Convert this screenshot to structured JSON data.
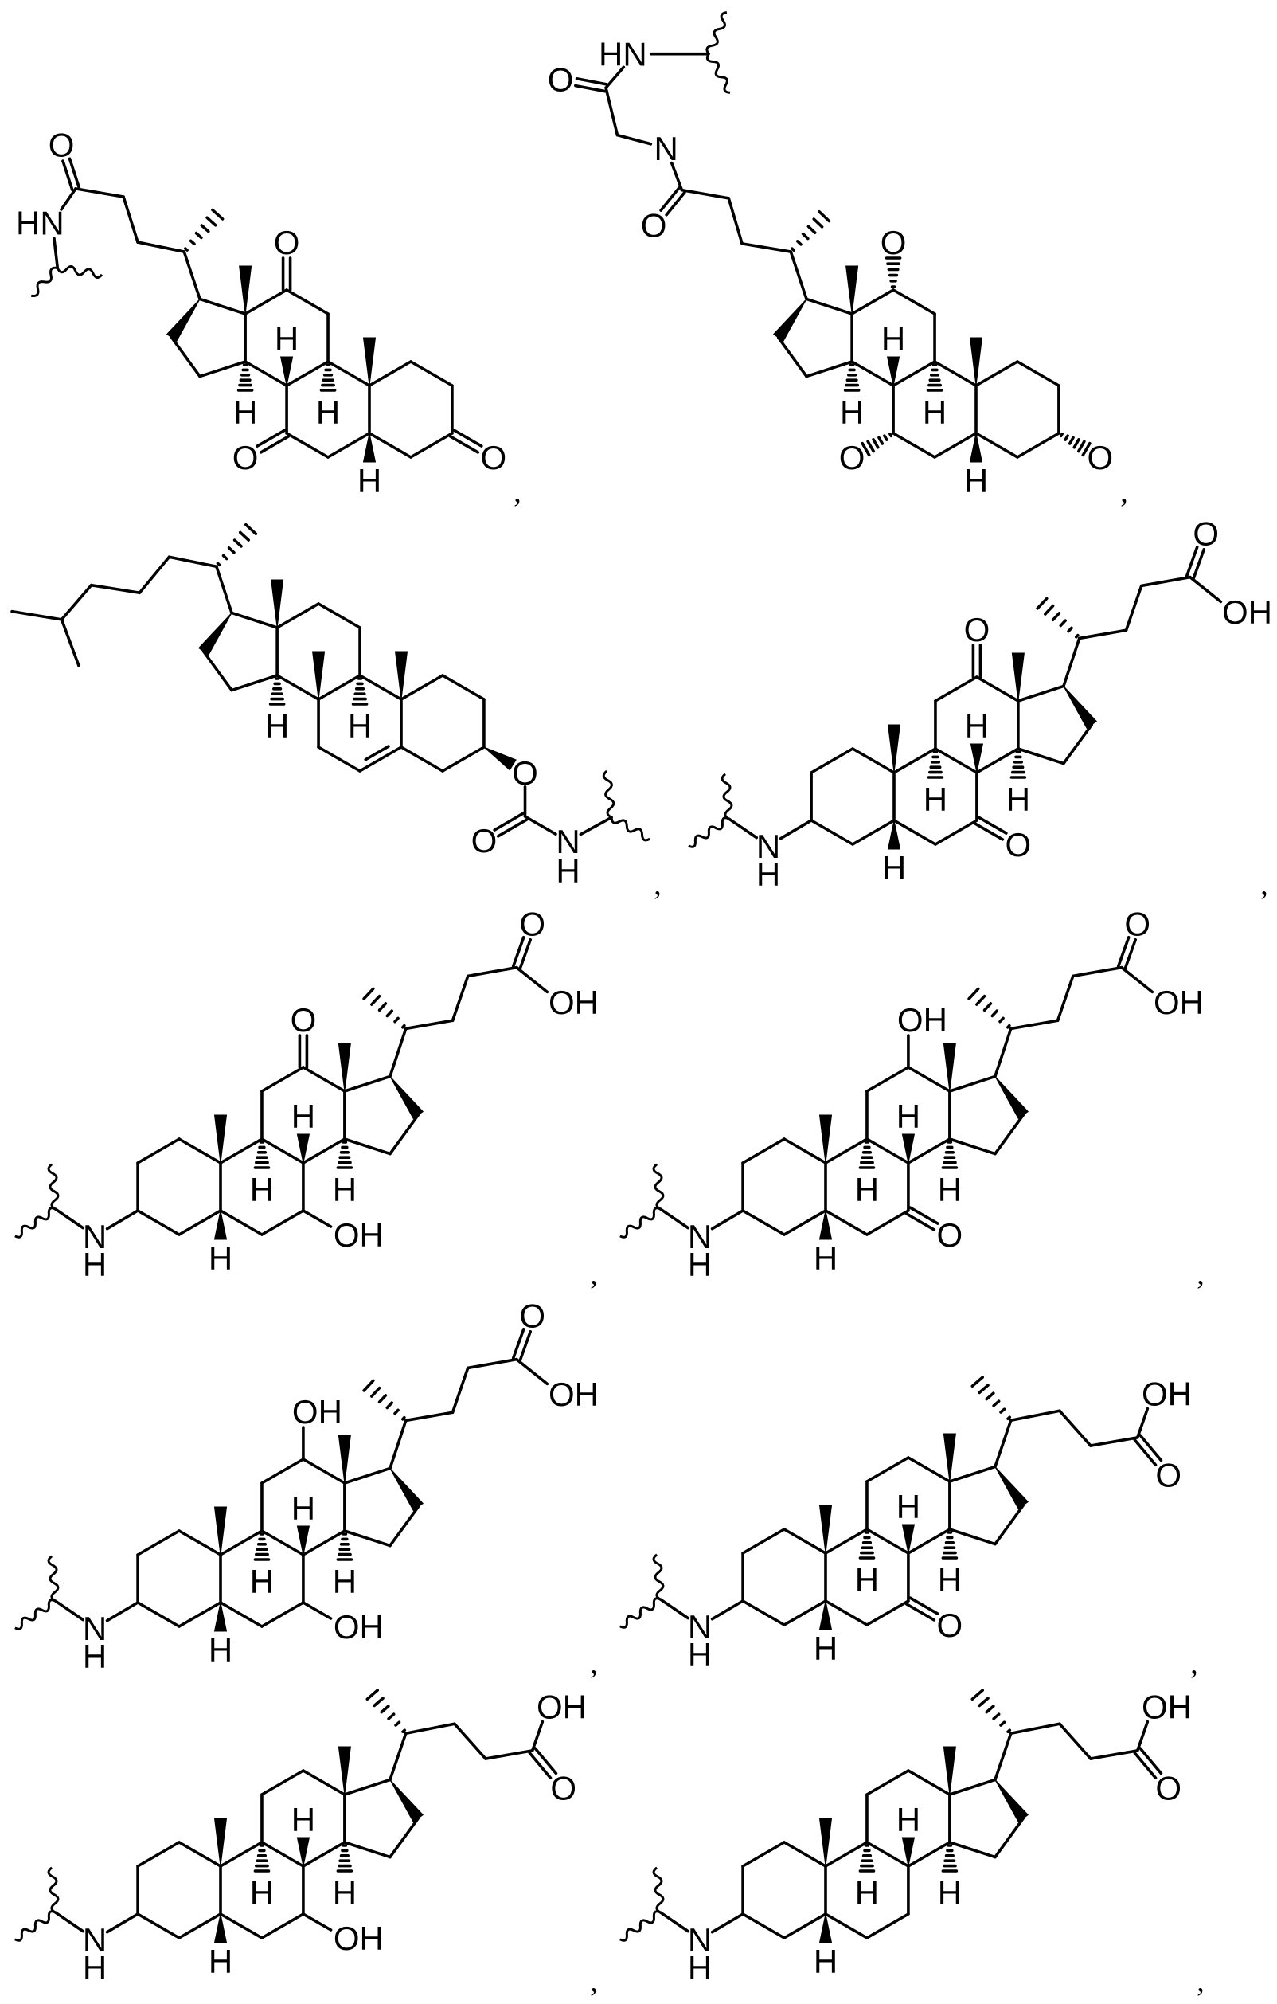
{
  "colors": {
    "ink": "#000000",
    "background": "#ffffff"
  },
  "structures": [
    {
      "atoms": {
        "C3": "O",
        "C7": "O",
        "C12": "O",
        "H5": "H",
        "H8": "H",
        "H9": "H",
        "H14": "H",
        "O24": "O",
        "N24": "HN"
      },
      "separator": ","
    },
    {
      "atoms": {
        "C3": "O",
        "C7": "O",
        "C12": "O",
        "H5": "H",
        "H8": "H",
        "H9": "H",
        "H14": "H",
        "O24": "O",
        "N24": "N",
        "O_gly": "O",
        "NH_gly": "HN"
      },
      "separator": ","
    },
    {
      "atoms": {
        "H9": "H",
        "H14": "H",
        "O3": "O",
        "O_carbonyl": "O",
        "N_carbamate": "N",
        "H_carbamate": "H"
      },
      "separator": ","
    },
    {
      "atoms": {
        "C7": "O",
        "C12": "O",
        "H5": "H",
        "H8": "H",
        "H9": "H",
        "H14": "H",
        "O24": "O",
        "OH24": "OH",
        "N3": "N",
        "HN3": "H"
      },
      "separator": ","
    },
    {
      "atoms": {
        "C7": "OH",
        "C12": "O",
        "H5": "H",
        "H8": "H",
        "H9": "H",
        "H14": "H",
        "O24": "O",
        "OH24": "OH",
        "N3": "N",
        "HN3": "H"
      },
      "separator": ","
    },
    {
      "atoms": {
        "C7": "O",
        "C12": "OH",
        "H5": "H",
        "H8": "H",
        "H9": "H",
        "H14": "H",
        "O24": "O",
        "OH24": "OH",
        "N3": "N",
        "HN3": "H"
      },
      "separator": ","
    },
    {
      "atoms": {
        "C7": "OH",
        "C12": "OH",
        "H5": "H",
        "H8": "H",
        "H9": "H",
        "H14": "H",
        "O24": "O",
        "OH24": "OH",
        "N3": "N",
        "HN3": "H"
      },
      "separator": ","
    },
    {
      "atoms": {
        "C7": "O",
        "H5": "H",
        "H8": "H",
        "H9": "H",
        "H14": "H",
        "O24": "O",
        "OH24": "OH",
        "N3": "N",
        "HN3": "H"
      },
      "separator": ","
    },
    {
      "atoms": {
        "C7": "OH",
        "H5": "H",
        "H8": "H",
        "H9": "H",
        "H14": "H",
        "O24": "O",
        "OH24": "OH",
        "N3": "N",
        "HN3": "H"
      },
      "separator": ","
    },
    {
      "atoms": {
        "H5": "H",
        "H8": "H",
        "H9": "H",
        "H14": "H",
        "O24": "O",
        "OH24": "OH",
        "N3": "N",
        "HN3": "H"
      },
      "separator": ","
    }
  ]
}
